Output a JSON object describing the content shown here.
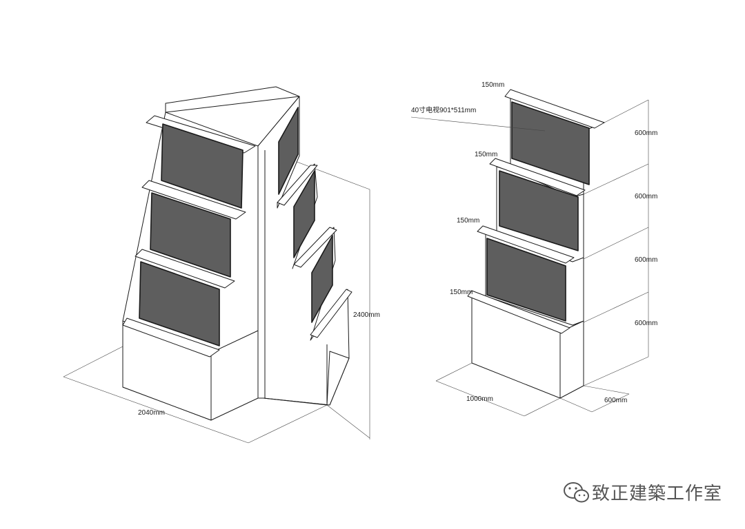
{
  "colors": {
    "screen_fill": "#5e5e5e",
    "line": "#1a1a1a",
    "watermark": "#555555"
  },
  "left_view": {
    "width_label": "2040mm",
    "height_label": "2400mm"
  },
  "right_view": {
    "tv_label": "40寸电视901*511mm",
    "shelf_labels": [
      "150mm",
      "150mm",
      "150mm",
      "150mm"
    ],
    "tier_labels": [
      "600mm",
      "600mm",
      "600mm",
      "600mm"
    ],
    "width_label": "1000mm",
    "depth_label": "600mm"
  },
  "watermark": {
    "text": "致正建築工作室",
    "icon": "wechat-logo-icon"
  }
}
